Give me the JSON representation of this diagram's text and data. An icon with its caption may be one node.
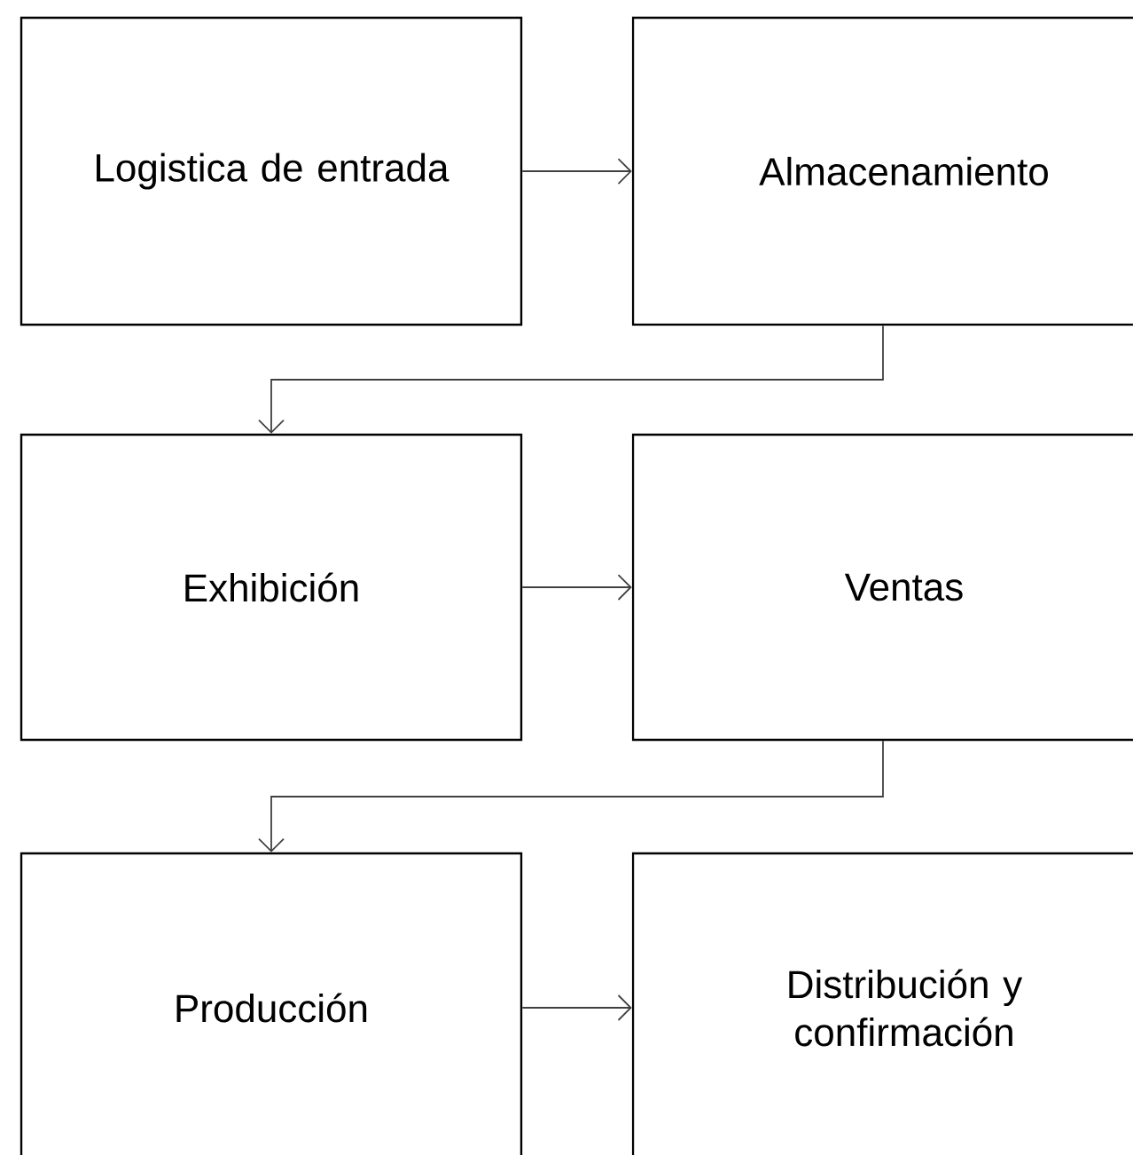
{
  "diagram": {
    "nodes": [
      {
        "text": [
          "Logistica de entrada"
        ]
      },
      {
        "text": [
          "Almacenamiento"
        ]
      },
      {
        "text": [
          "Exhibición"
        ]
      },
      {
        "text": [
          "Ventas"
        ]
      },
      {
        "text": [
          "Producción"
        ]
      },
      {
        "text": [
          "Distribución y confirmación"
        ]
      }
    ],
    "edges": [
      {
        "from": 0,
        "to": 1,
        "arrow": "to"
      },
      {
        "from": 1,
        "to": 2,
        "arrow": "to"
      },
      {
        "from": 2,
        "to": 3,
        "arrow": "to"
      },
      {
        "from": 3,
        "to": 4,
        "arrow": "to"
      },
      {
        "from": 4,
        "to": 5,
        "arrow": "to"
      }
    ]
  }
}
